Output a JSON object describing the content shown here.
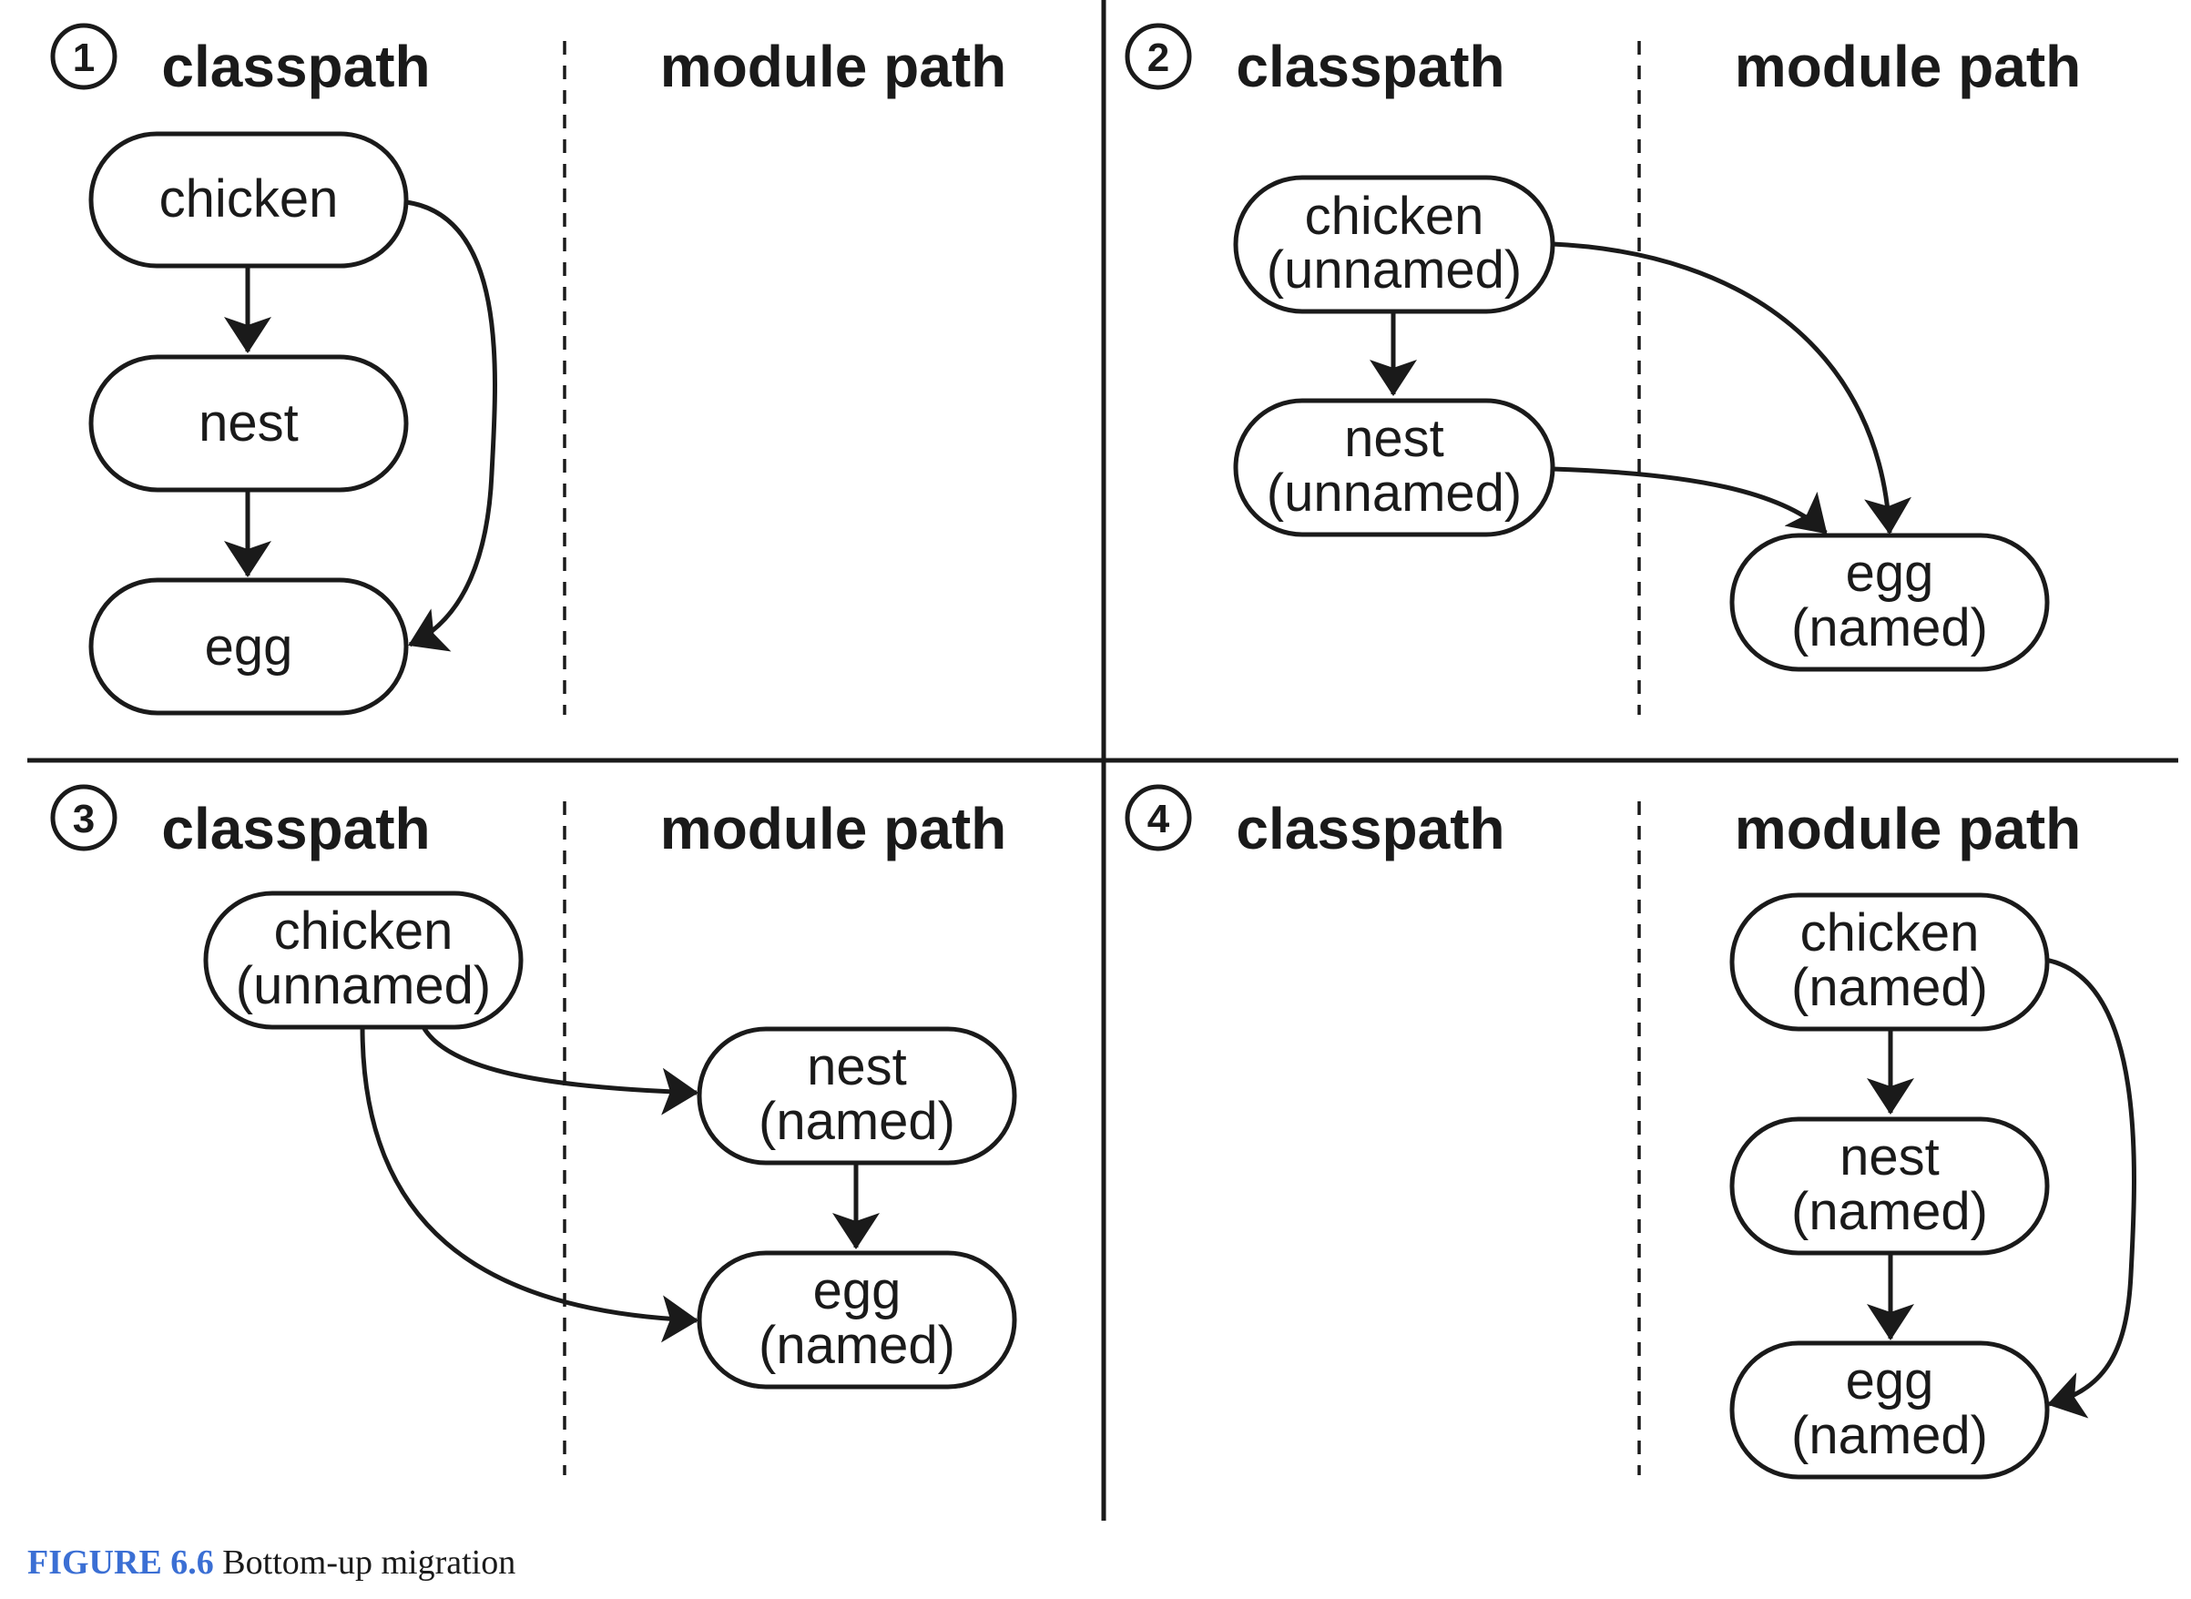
{
  "figure": {
    "caption_label": "FIGURE 6.6",
    "caption_text": "Bottom-up migration"
  },
  "colors": {
    "ink": "#1a1a1a",
    "caption_label": "#3b6fd4",
    "background": "#ffffff"
  },
  "panels": [
    {
      "number": "1",
      "classpath_label": "classpath",
      "module_path_label": "module path",
      "nodes": [
        {
          "id": "p1-chicken",
          "lines": [
            "chicken"
          ],
          "location": "classpath"
        },
        {
          "id": "p1-nest",
          "lines": [
            "nest"
          ],
          "location": "classpath"
        },
        {
          "id": "p1-egg",
          "lines": [
            "egg"
          ],
          "location": "classpath"
        }
      ],
      "edges": [
        {
          "from": "p1-chicken",
          "to": "p1-nest"
        },
        {
          "from": "p1-nest",
          "to": "p1-egg"
        },
        {
          "from": "p1-chicken",
          "to": "p1-egg"
        }
      ]
    },
    {
      "number": "2",
      "classpath_label": "classpath",
      "module_path_label": "module path",
      "nodes": [
        {
          "id": "p2-chicken",
          "lines": [
            "chicken",
            "(unnamed)"
          ],
          "location": "classpath"
        },
        {
          "id": "p2-nest",
          "lines": [
            "nest",
            "(unnamed)"
          ],
          "location": "classpath"
        },
        {
          "id": "p2-egg",
          "lines": [
            "egg",
            "(named)"
          ],
          "location": "module path"
        }
      ],
      "edges": [
        {
          "from": "p2-chicken",
          "to": "p2-nest"
        },
        {
          "from": "p2-chicken",
          "to": "p2-egg"
        },
        {
          "from": "p2-nest",
          "to": "p2-egg"
        }
      ]
    },
    {
      "number": "3",
      "classpath_label": "classpath",
      "module_path_label": "module path",
      "nodes": [
        {
          "id": "p3-chicken",
          "lines": [
            "chicken",
            "(unnamed)"
          ],
          "location": "classpath"
        },
        {
          "id": "p3-nest",
          "lines": [
            "nest",
            "(named)"
          ],
          "location": "module path"
        },
        {
          "id": "p3-egg",
          "lines": [
            "egg",
            "(named)"
          ],
          "location": "module path"
        }
      ],
      "edges": [
        {
          "from": "p3-chicken",
          "to": "p3-nest"
        },
        {
          "from": "p3-chicken",
          "to": "p3-egg"
        },
        {
          "from": "p3-nest",
          "to": "p3-egg"
        }
      ]
    },
    {
      "number": "4",
      "classpath_label": "classpath",
      "module_path_label": "module path",
      "nodes": [
        {
          "id": "p4-chicken",
          "lines": [
            "chicken",
            "(named)"
          ],
          "location": "module path"
        },
        {
          "id": "p4-nest",
          "lines": [
            "nest",
            "(named)"
          ],
          "location": "module path"
        },
        {
          "id": "p4-egg",
          "lines": [
            "egg",
            "(named)"
          ],
          "location": "module path"
        }
      ],
      "edges": [
        {
          "from": "p4-chicken",
          "to": "p4-nest"
        },
        {
          "from": "p4-nest",
          "to": "p4-egg"
        },
        {
          "from": "p4-chicken",
          "to": "p4-egg"
        }
      ]
    }
  ]
}
